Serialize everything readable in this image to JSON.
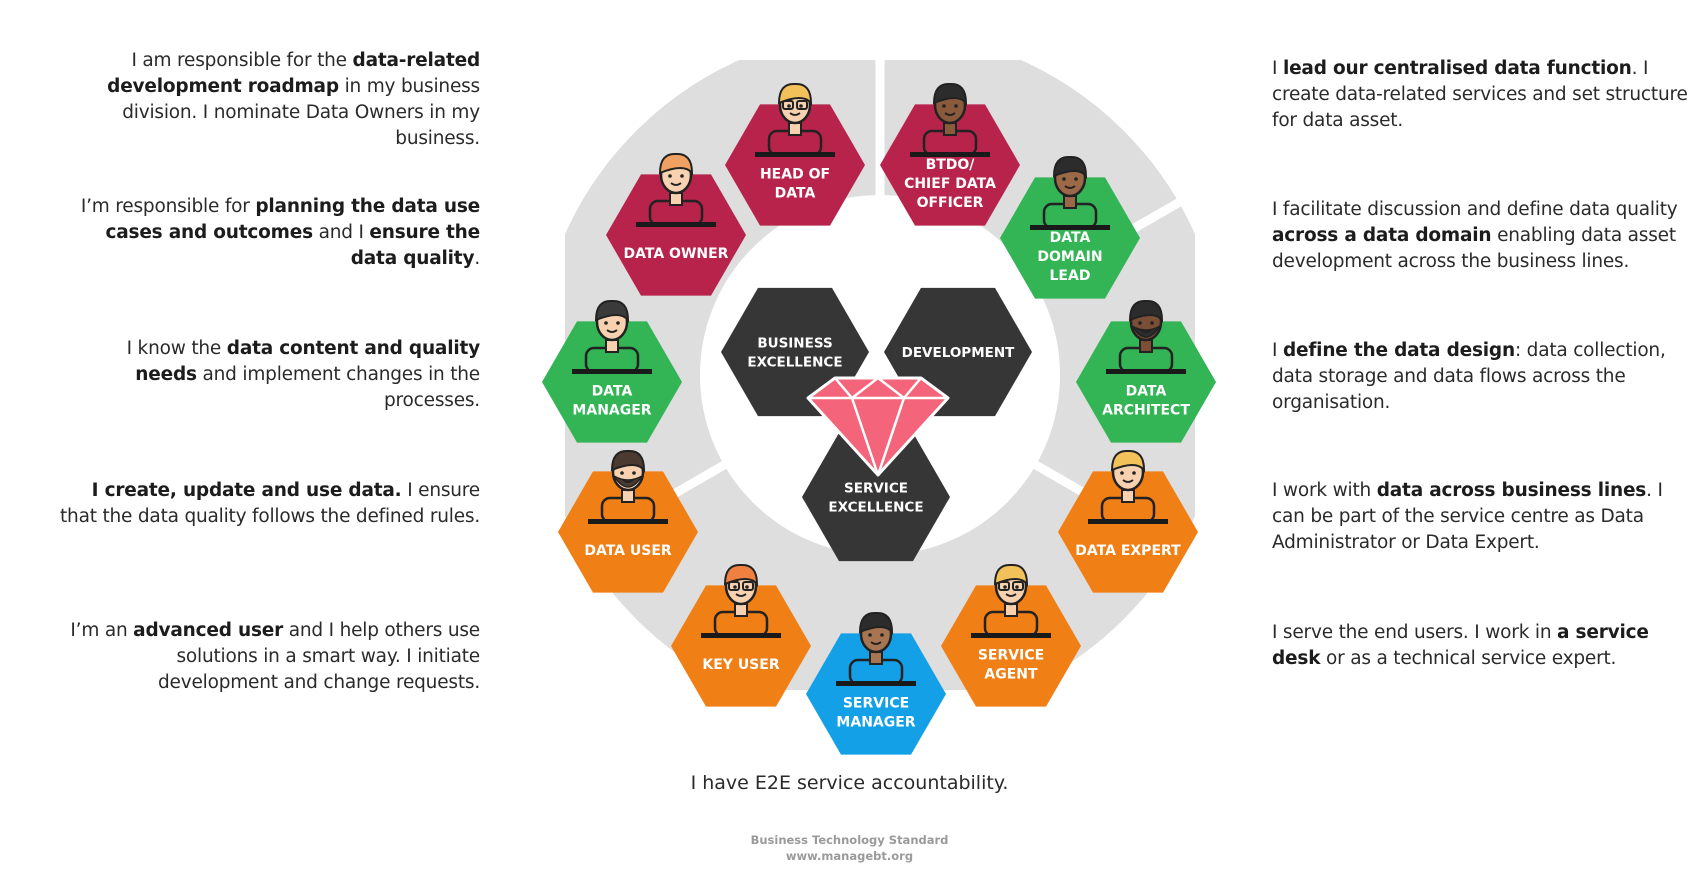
{
  "colors": {
    "ring": "#dedede",
    "red": "#b8234b",
    "green": "#33b455",
    "orange": "#f07f16",
    "blue": "#13a0e6",
    "dark": "#363636",
    "gem": "#f4647a"
  },
  "roles": [
    {
      "id": "head-of-data",
      "lines": [
        "HEAD OF",
        "DATA"
      ],
      "color": "red",
      "icon": "person-woman-glasses-icon"
    },
    {
      "id": "btdo",
      "lines": [
        "BTDO/",
        "CHIEF DATA",
        "OFFICER"
      ],
      "color": "red",
      "icon": "person-woman-icon"
    },
    {
      "id": "data-owner",
      "lines": [
        "DATA OWNER"
      ],
      "color": "red",
      "icon": "person-man-icon"
    },
    {
      "id": "data-domain-lead",
      "lines": [
        "DATA",
        "DOMAIN",
        "LEAD"
      ],
      "color": "green",
      "icon": "person-man-icon"
    },
    {
      "id": "data-manager",
      "lines": [
        "DATA",
        "MANAGER"
      ],
      "color": "green",
      "icon": "person-woman-icon"
    },
    {
      "id": "data-architect",
      "lines": [
        "DATA",
        "ARCHITECT"
      ],
      "color": "green",
      "icon": "person-bearded-man-icon"
    },
    {
      "id": "data-user",
      "lines": [
        "DATA USER"
      ],
      "color": "orange",
      "icon": "person-bearded-man-icon"
    },
    {
      "id": "data-expert",
      "lines": [
        "DATA EXPERT"
      ],
      "color": "orange",
      "icon": "person-woman-icon"
    },
    {
      "id": "key-user",
      "lines": [
        "KEY USER"
      ],
      "color": "orange",
      "icon": "person-man-glasses-icon"
    },
    {
      "id": "service-manager",
      "lines": [
        "SERVICE",
        "MANAGER"
      ],
      "color": "blue",
      "icon": "person-man-icon"
    },
    {
      "id": "service-agent",
      "lines": [
        "SERVICE",
        "AGENT"
      ],
      "color": "orange",
      "icon": "person-man-glasses-icon"
    }
  ],
  "center": [
    {
      "id": "business-excellence",
      "lines": [
        "BUSINESS",
        "EXCELLENCE"
      ]
    },
    {
      "id": "development",
      "lines": [
        "DEVELOPMENT"
      ]
    },
    {
      "id": "service-excellence",
      "lines": [
        "SERVICE",
        "EXCELLENCE"
      ]
    }
  ],
  "left_descriptions": [
    {
      "pre": "I am responsible for the ",
      "b1": "data-related development roadmap",
      "mid": " in my business division. I nominate Data Owners in my business.",
      "b2": "",
      "post": ""
    },
    {
      "pre": "I’m responsible for ",
      "b1": "planning the data use cases and outcomes",
      "mid": " and I ",
      "b2": "ensure the data quality",
      "post": "."
    },
    {
      "pre": "I know the ",
      "b1": "data content and quality needs",
      "mid": " and implement changes in the processes.",
      "b2": "",
      "post": ""
    },
    {
      "pre": "",
      "b1": "I create, update and use data.",
      "mid": " I ensure that the data quality follows the defined rules.",
      "b2": "",
      "post": ""
    },
    {
      "pre": "I’m an ",
      "b1": "advanced user",
      "mid": " and I help others use solutions in a smart way. I initiate development and change requests.",
      "b2": "",
      "post": ""
    }
  ],
  "right_descriptions": [
    {
      "pre": "I ",
      "b1": "lead our centralised data function",
      "mid": ". I create data-related services and set structure for data asset.",
      "b2": "",
      "post": ""
    },
    {
      "pre": "I facilitate discussion and define data quality ",
      "b1": "across a data domain",
      "mid": " enabling data asset development across the business lines.",
      "b2": "",
      "post": ""
    },
    {
      "pre": "I ",
      "b1": "define the data design",
      "mid": ": data collection, data storage and data flows across the organisation.",
      "b2": "",
      "post": ""
    },
    {
      "pre": "I work with ",
      "b1": "data across business lines",
      "mid": ". I can be part of the service centre as Data Administrator or Data Expert.",
      "b2": "",
      "post": ""
    },
    {
      "pre": "I serve the end users. I work in ",
      "b1": "a service desk",
      "mid": " or as a technical service expert.",
      "b2": "",
      "post": ""
    }
  ],
  "bottom_note": "I have E2E service accountability.",
  "footer": {
    "line1": "Business Technology Standard",
    "line2": "www.managebt.org"
  }
}
